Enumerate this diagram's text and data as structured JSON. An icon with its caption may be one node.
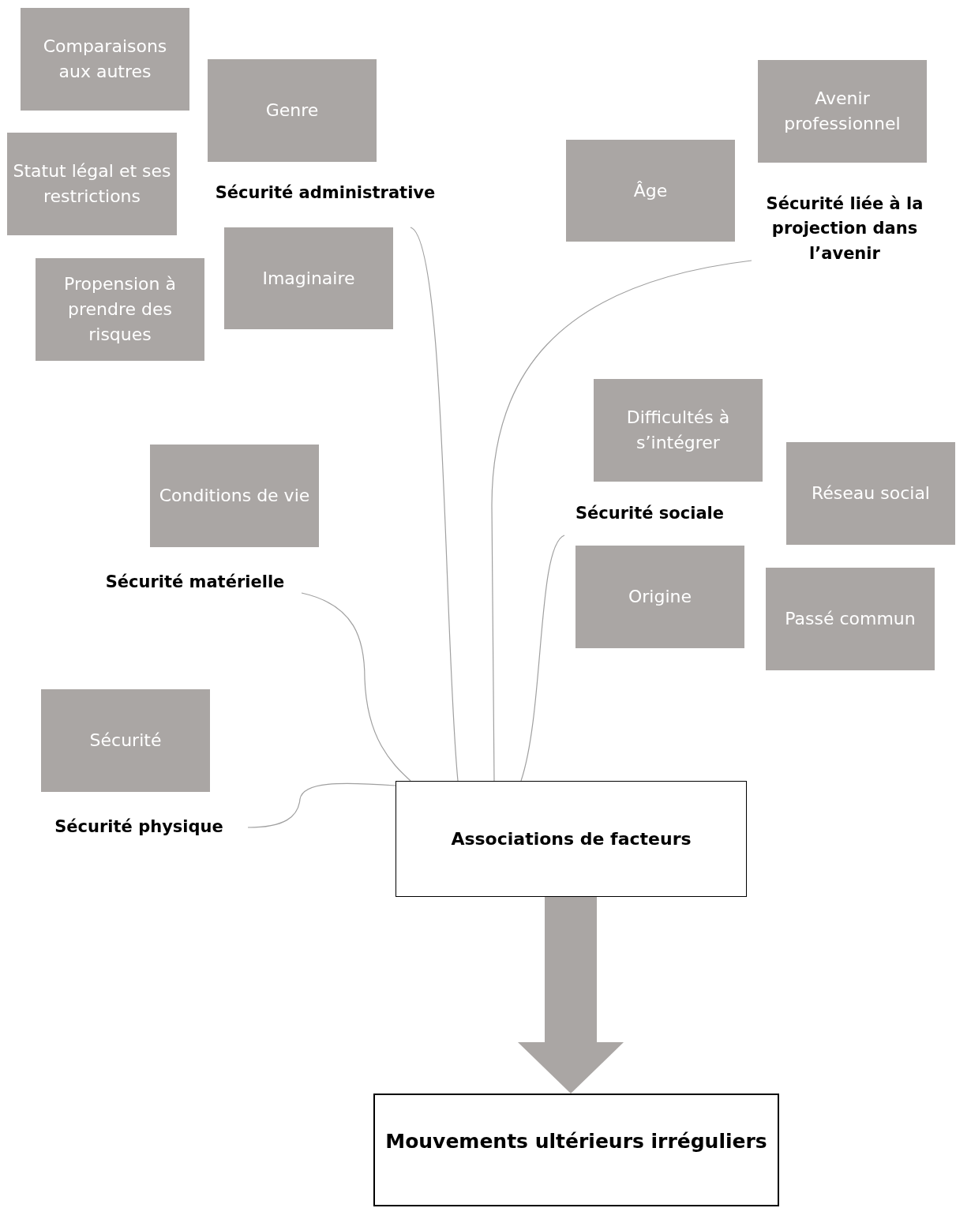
{
  "diagram": {
    "nodes": [
      {
        "text": [
          "Comparaisons aux autres"
        ]
      },
      {
        "text": [
          "Genre"
        ]
      },
      {
        "text": [
          "Statut légal et ses restrictions"
        ]
      },
      {
        "text": [
          "Sécurité administrative"
        ]
      },
      {
        "text": [
          "Imaginaire"
        ]
      },
      {
        "text": [
          "Propension à prendre des risques"
        ]
      },
      {
        "text": [
          "Avenir professionnel"
        ]
      },
      {
        "text": [
          "Âge"
        ]
      },
      {
        "text": [
          "Sécurité liée à la projection dans l’avenir"
        ]
      },
      {
        "text": [
          "Difficultés à s’intégrer"
        ]
      },
      {
        "text": [
          "Réseau social"
        ]
      },
      {
        "text": [
          "Sécurité sociale"
        ]
      },
      {
        "text": [
          "Origine"
        ]
      },
      {
        "text": [
          "Passé commun"
        ]
      },
      {
        "text": [
          "Conditions de vie"
        ]
      },
      {
        "text": [
          "Sécurité matérielle"
        ]
      },
      {
        "text": [
          "Sécurité"
        ]
      },
      {
        "text": [
          "Sécurité physique"
        ]
      },
      {
        "text": [
          "Associations de facteurs"
        ]
      },
      {
        "text": [
          "Mouvements ultérieurs irréguliers"
        ]
      }
    ],
    "edges": [
      {
        "from": 3,
        "to": 18,
        "arrow": "none"
      },
      {
        "from": 8,
        "to": 18,
        "arrow": "none"
      },
      {
        "from": 11,
        "to": 18,
        "arrow": "none"
      },
      {
        "from": 15,
        "to": 18,
        "arrow": "none"
      },
      {
        "from": 17,
        "to": 18,
        "arrow": "none"
      },
      {
        "from": 18,
        "to": 19,
        "arrow": "to",
        "style": "thick",
        "color": "#aaa6a4"
      }
    ]
  }
}
